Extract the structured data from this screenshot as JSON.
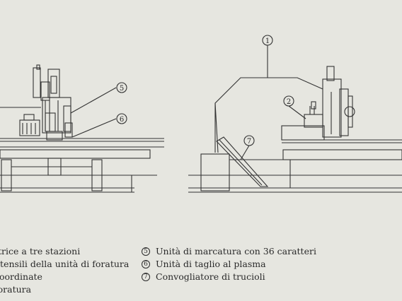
{
  "callouts": [
    {
      "num": "1"
    },
    {
      "num": "2"
    },
    {
      "num": "5"
    },
    {
      "num": "6"
    },
    {
      "num": "7"
    }
  ],
  "legend_left": [
    {
      "text": "ttrice a tre stazioni"
    },
    {
      "text": "utensili della unità di foratura"
    },
    {
      "text": "coordinate"
    },
    {
      "text": "foratura"
    }
  ],
  "legend_right": [
    {
      "num": "5",
      "text": "Unità di marcatura con 36 caratteri"
    },
    {
      "num": "6",
      "text": "Unità di taglio al plasma"
    },
    {
      "num": "7",
      "text": "Convogliatore di trucioli"
    }
  ]
}
